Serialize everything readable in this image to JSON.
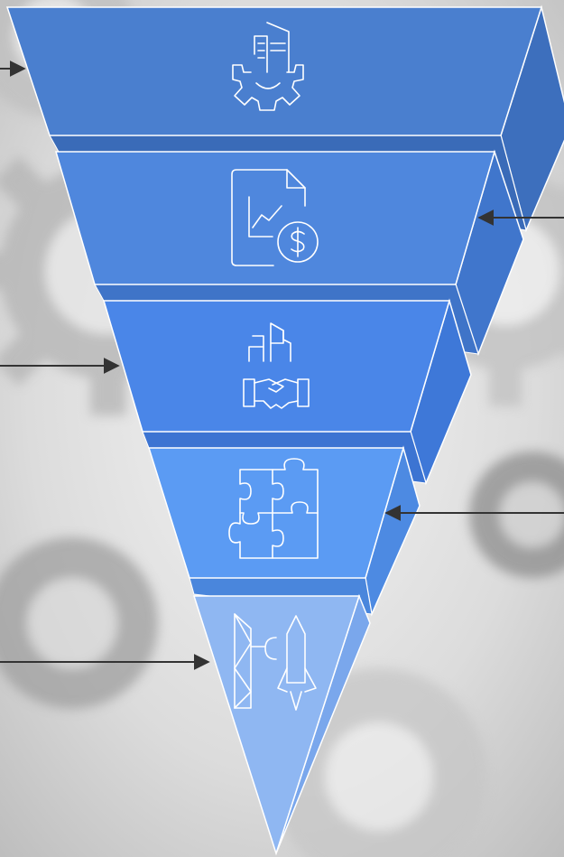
{
  "diagram": {
    "type": "inverted-pyramid-funnel",
    "colors": {
      "background_light": "#f2f2f2",
      "background_mid": "#c9c9c9",
      "gear": "#a6a6a6",
      "gear_dark": "#7f7f7f",
      "layer_1": "#4a7fcf",
      "layer_2": "#4f87dd",
      "layer_3": "#4a86e8",
      "layer_4": "#5b9bf3",
      "layer_5": "#8fb7f2",
      "edge": "#ffffff",
      "arrow": "#333333"
    },
    "layers": [
      {
        "icon": "building-gear-icon"
      },
      {
        "icon": "document-chart-dollar-icon"
      },
      {
        "icon": "building-handshake-icon"
      },
      {
        "icon": "puzzle-pieces-icon"
      },
      {
        "icon": "rocket-launch-tower-icon"
      }
    ],
    "pointers": [
      {
        "direction": "right",
        "target_layer": 1
      },
      {
        "direction": "left",
        "target_layer": 2
      },
      {
        "direction": "right",
        "target_layer": 3
      },
      {
        "direction": "left",
        "target_layer": 4
      },
      {
        "direction": "right",
        "target_layer": 5
      }
    ]
  }
}
